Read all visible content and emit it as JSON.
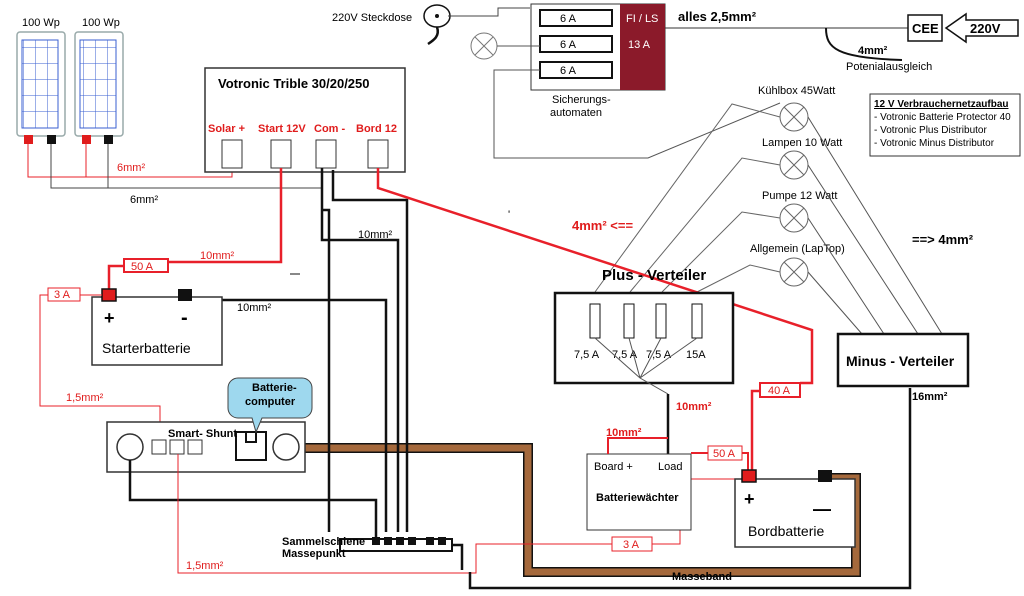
{
  "colors": {
    "red_wire": "#e8202a",
    "black_wire": "#111111",
    "gray_wire": "#555555",
    "ground_band": "#a5693c",
    "fi_box": "#8b1a2a",
    "computer_bubble": "#9ed8ee",
    "panel_grid": "#3a5fd0"
  },
  "solar": {
    "panel1": "100 Wp",
    "panel2": "100 Wp"
  },
  "top": {
    "socket": "220V Steckdose",
    "breaker_group": "Sicherungs-\nautomaten",
    "breakers": [
      "6 A",
      "6 A",
      "6 A"
    ],
    "fi": "FI / LS",
    "fi_amp": "13 A",
    "cable_main": "alles 2,5mm²",
    "cee": "CEE",
    "mains": "220V",
    "pe_size": "4mm²",
    "pe_label": "Potenialausgleich"
  },
  "charger": {
    "title": "Votronic Trible 30/20/250",
    "terminals": [
      "Solar +",
      "Start 12V",
      "Com -",
      "Bord 12"
    ]
  },
  "cables": {
    "solar_pos": "6mm²",
    "solar_neg": "6mm²",
    "start_pos": "10mm²",
    "com": "10mm²",
    "start_neg": "10mm²",
    "bord": "4mm² <==",
    "loads_neg": "==> 4mm²",
    "shunt_sense": "1,5mm²",
    "shunt_sense2": "1,5mm²",
    "plus_feed": "10mm²",
    "watcher_feed": "10mm²",
    "minus_out": "16mm²"
  },
  "fuses": {
    "start_50": "50 A",
    "start_3": "3 A",
    "bord_40": "40 A",
    "bord_50": "50 A",
    "bord_3": "3 A"
  },
  "starter": {
    "label": "Starterbatterie",
    "plus": "+",
    "minus": "-"
  },
  "bord": {
    "label": "Bordbatterie",
    "plus": "+",
    "minus": "—"
  },
  "computer": {
    "label": "Batterie-\ncomputer"
  },
  "shunt": {
    "label": "Smart- Shunt"
  },
  "busbar": {
    "label": "Sammelschiene\nMassepunkt"
  },
  "ground_band": "Masseband",
  "plus_dist": {
    "title": "Plus - Verteiler",
    "fuses": [
      "7,5 A",
      "7,5 A",
      "7,5 A",
      "15A"
    ]
  },
  "minus_dist": {
    "title": "Minus - Verteiler"
  },
  "watcher": {
    "title": "Batteriewächter",
    "in": "Board +",
    "out": "Load"
  },
  "loads": [
    "Kühlbox 45Watt",
    "Lampen 10 Watt",
    "Pumpe 12 Watt",
    "Allgemein (LapTop)"
  ],
  "info": {
    "title": "12 V Verbrauchernetzaufbau",
    "lines": [
      "- Votronic Batterie Protector 40",
      "- Votronic Plus Distributor",
      "- Votronic Minus Distributor"
    ]
  }
}
